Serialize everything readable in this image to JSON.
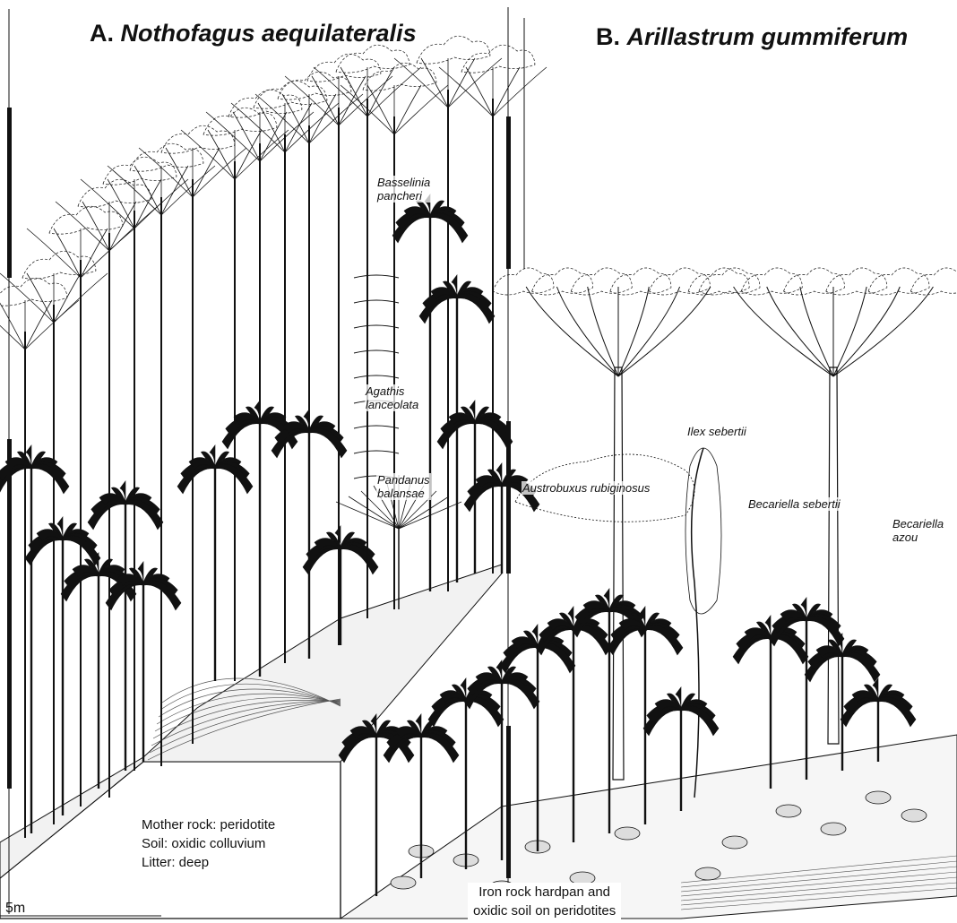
{
  "panel_a": {
    "title_prefix": "A. ",
    "title_species": "Nothofagus aequilateralis",
    "labels": {
      "basselinia_1": "Basselinia",
      "basselinia_2": "pancheri",
      "agathis_1": "Agathis",
      "agathis_2": "lanceolata",
      "pandanus_1": "Pandanus",
      "pandanus_2": "balansae"
    },
    "site_info": [
      "Mother rock: peridotite",
      "Soil: oxidic colluvium",
      "Litter: deep"
    ]
  },
  "panel_b": {
    "title_prefix": "B. ",
    "title_species": "Arillastrum gummiferum",
    "labels": {
      "ilex": "Ilex sebertii",
      "austrobuxus": "Austrobuxus rubiginosus",
      "becariella_sebertii": "Becariella sebertii",
      "becariella_azou_1": "Becariella",
      "becariella_azou_2": "azou"
    },
    "site_info": [
      "Iron rock hardpan and",
      "oxidic soil on peridotites"
    ]
  },
  "scale_label": "5m",
  "colors": {
    "ink": "#111111",
    "paper": "#ffffff",
    "shade": "#555555"
  }
}
